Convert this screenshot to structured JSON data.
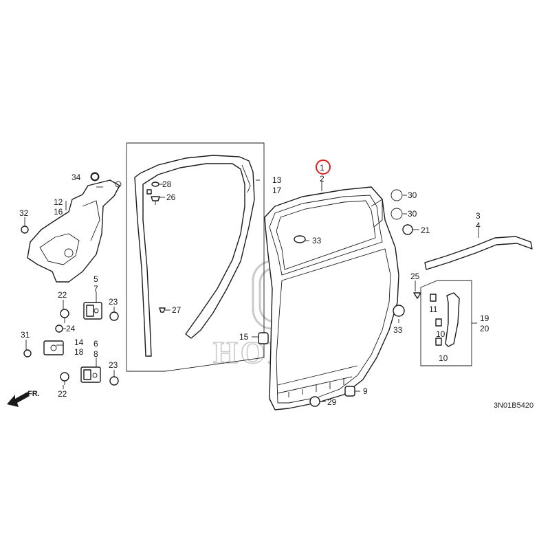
{
  "watermark": {
    "text": "HONDA"
  },
  "diagram_code": "3N01B5420",
  "direction_label": "FR.",
  "highlight_color": "#e0201b",
  "callouts": [
    {
      "id": "c1",
      "label": "1"
    },
    {
      "id": "c2",
      "label": "2"
    },
    {
      "id": "c3",
      "label": "3"
    },
    {
      "id": "c4",
      "label": "4"
    },
    {
      "id": "c5",
      "label": "5"
    },
    {
      "id": "c6",
      "label": "6"
    },
    {
      "id": "c7",
      "label": "7"
    },
    {
      "id": "c8",
      "label": "8"
    },
    {
      "id": "c9",
      "label": "9"
    },
    {
      "id": "c10a",
      "label": "10"
    },
    {
      "id": "c10b",
      "label": "10"
    },
    {
      "id": "c11",
      "label": "11"
    },
    {
      "id": "c12",
      "label": "12"
    },
    {
      "id": "c13",
      "label": "13"
    },
    {
      "id": "c14",
      "label": "14"
    },
    {
      "id": "c15",
      "label": "15"
    },
    {
      "id": "c16",
      "label": "16"
    },
    {
      "id": "c17",
      "label": "17"
    },
    {
      "id": "c18",
      "label": "18"
    },
    {
      "id": "c19",
      "label": "19"
    },
    {
      "id": "c20",
      "label": "20"
    },
    {
      "id": "c21",
      "label": "21"
    },
    {
      "id": "c22a",
      "label": "22"
    },
    {
      "id": "c22b",
      "label": "22"
    },
    {
      "id": "c23a",
      "label": "23"
    },
    {
      "id": "c23b",
      "label": "23"
    },
    {
      "id": "c24",
      "label": "24"
    },
    {
      "id": "c25",
      "label": "25"
    },
    {
      "id": "c26",
      "label": "26"
    },
    {
      "id": "c27",
      "label": "27"
    },
    {
      "id": "c28",
      "label": "28"
    },
    {
      "id": "c29",
      "label": "29"
    },
    {
      "id": "c30a",
      "label": "30"
    },
    {
      "id": "c30b",
      "label": "30"
    },
    {
      "id": "c31",
      "label": "31"
    },
    {
      "id": "c32",
      "label": "32"
    },
    {
      "id": "c33a",
      "label": "33"
    },
    {
      "id": "c33b",
      "label": "33"
    },
    {
      "id": "c34",
      "label": "34"
    }
  ]
}
